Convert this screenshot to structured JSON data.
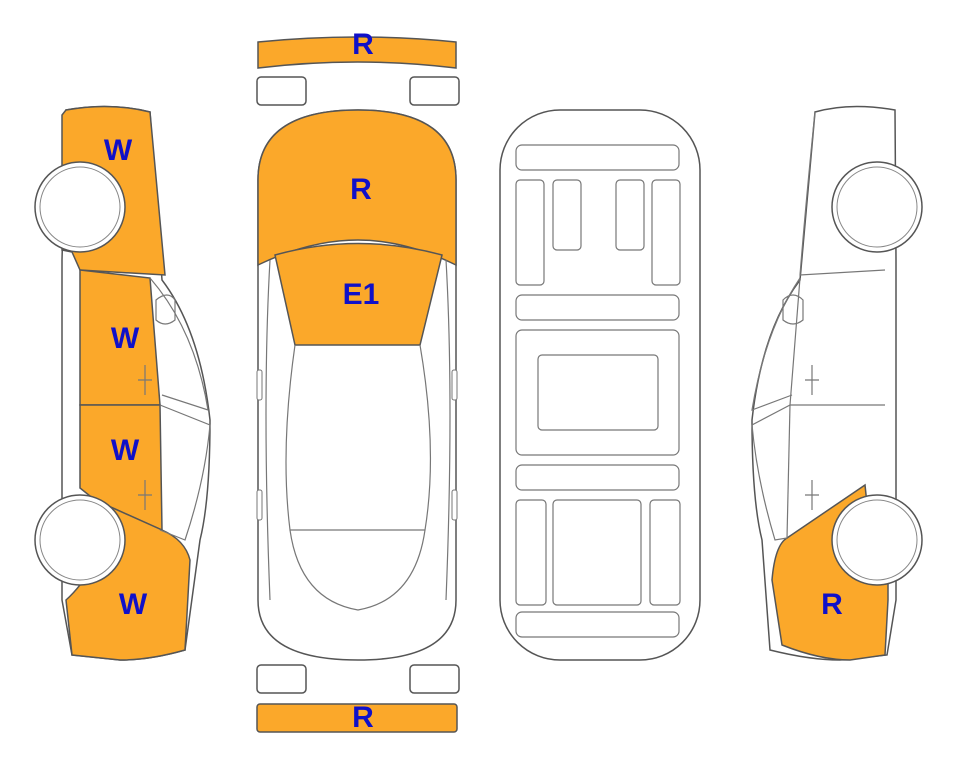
{
  "colors": {
    "damaged_fill": "#FBA82A",
    "label": "#1010C8",
    "outline": "#555555",
    "background": "#FFFFFF"
  },
  "parts": {
    "front_bumper": {
      "code": "R",
      "damaged": true
    },
    "hood": {
      "code": "R",
      "damaged": true
    },
    "windshield": {
      "code": "E1",
      "damaged": true
    },
    "rear_bumper": {
      "code": "R",
      "damaged": true
    },
    "left_front_fender": {
      "code": "W",
      "damaged": true
    },
    "left_front_door": {
      "code": "W",
      "damaged": true
    },
    "left_rear_door": {
      "code": "W",
      "damaged": true
    },
    "left_rear_quarter": {
      "code": "W",
      "damaged": true
    },
    "right_rear_quarter": {
      "code": "R",
      "damaged": true
    }
  }
}
